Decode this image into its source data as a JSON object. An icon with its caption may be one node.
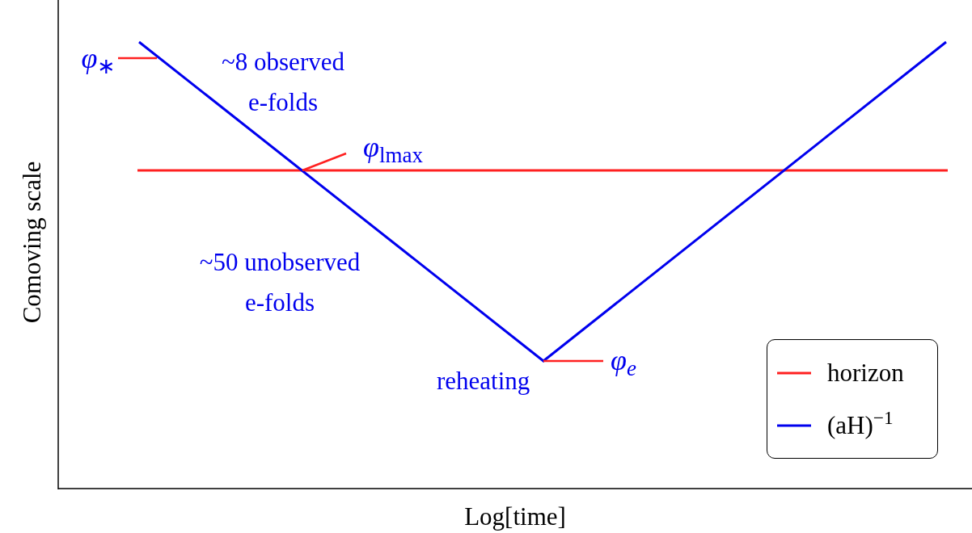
{
  "diagram": {
    "nodes": [
      {
        "text": [
          "*φ*$_{∗}$"
        ]
      },
      {
        "text": [
          "*φ*$_{lmax}$"
        ]
      },
      {
        "text": [
          "*φ*$_{e}$"
        ]
      }
    ],
    "edges": [
      {
        "from": 0,
        "to": null,
        "arrow": "none"
      },
      {
        "from": 1,
        "to": null,
        "arrow": "none"
      },
      {
        "from": 2,
        "to": null,
        "arrow": "none"
      }
    ],
    "labels": [
      "~8 observed e-folds",
      "~50 unobserved e-folds",
      "reheating",
      "Comoving scale",
      "Log[time]"
    ],
    "legend": [
      {
        "text": "horizon"
      },
      {
        "text": "(aH)$^{−1}$"
      }
    ]
  }
}
